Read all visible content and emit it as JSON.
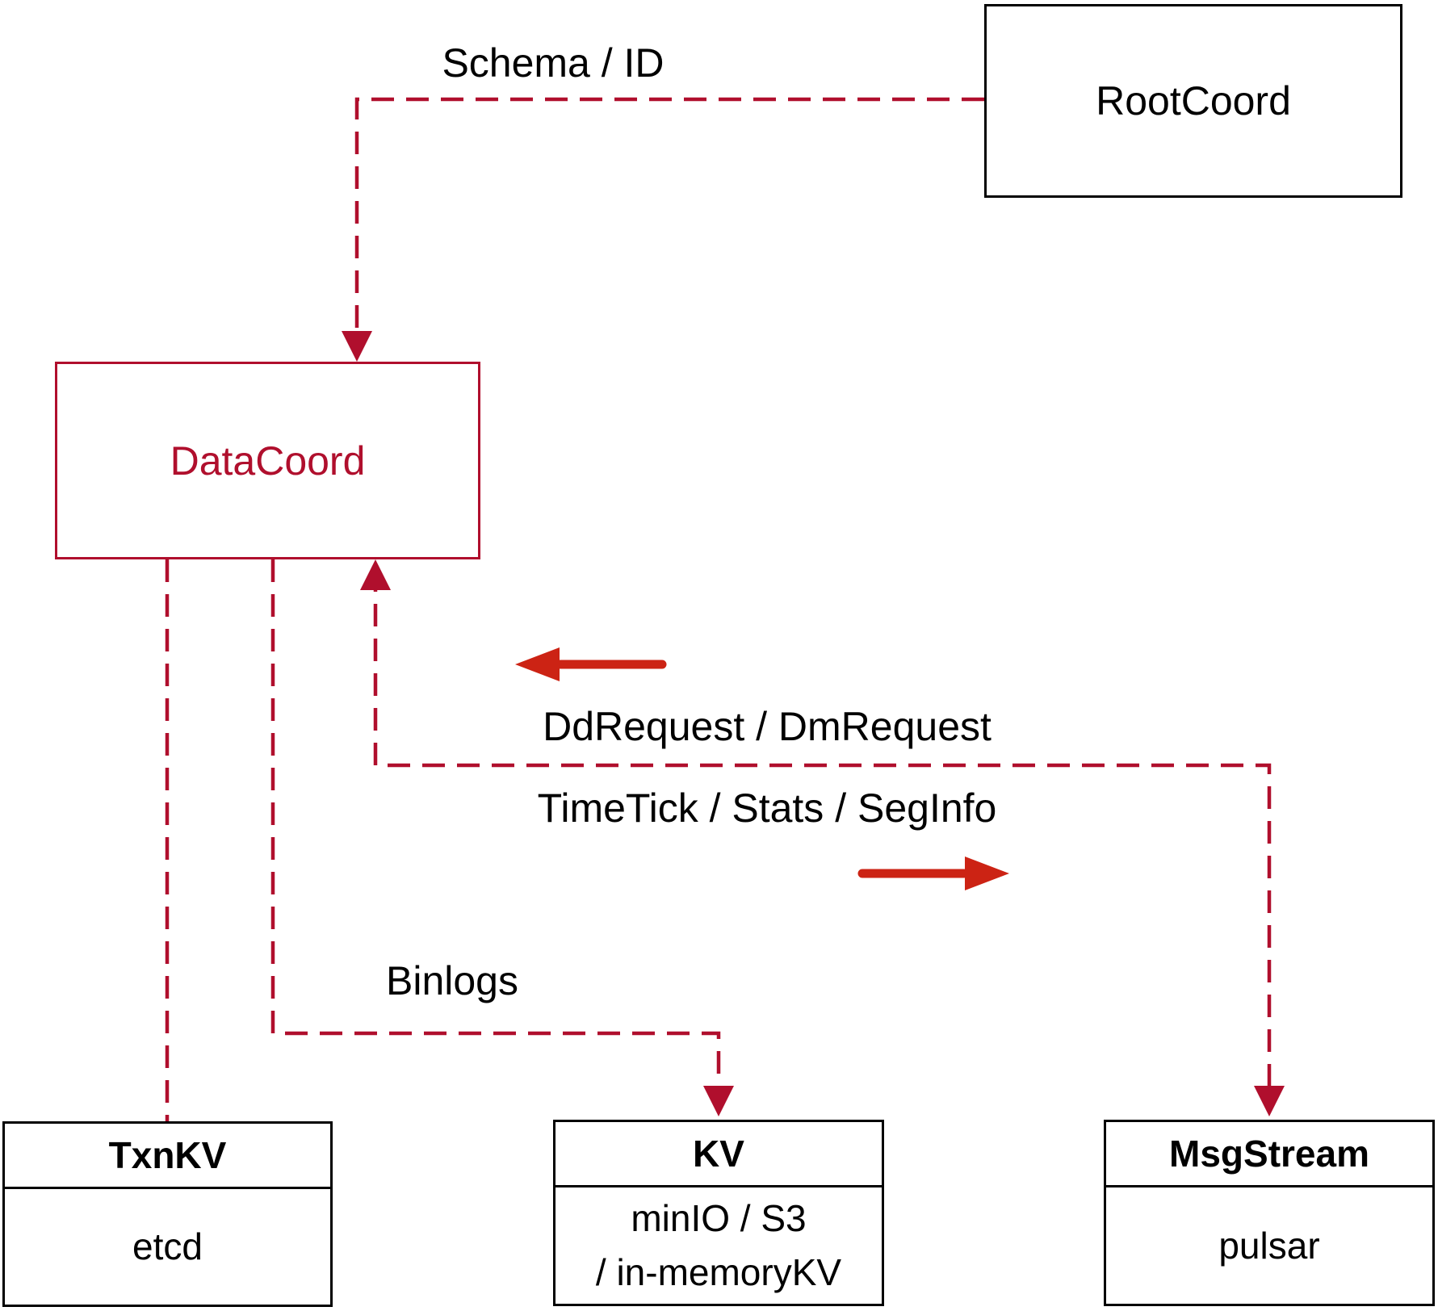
{
  "diagram": {
    "nodes": {
      "rootcoord": {
        "label": "RootCoord"
      },
      "datacoord": {
        "label": "DataCoord"
      },
      "txnkv": {
        "title": "TxnKV",
        "body": "etcd"
      },
      "kv": {
        "title": "KV",
        "body_line1": "minIO / S3",
        "body_line2": "/ in-memoryKV"
      },
      "msgstream": {
        "title": "MsgStream",
        "body": "pulsar"
      }
    },
    "edge_labels": {
      "schema_id": "Schema / ID",
      "dd_request": "DdRequest / DmRequest",
      "timetick": "TimeTick / Stats / SegInfo",
      "binlogs": "Binlogs"
    },
    "colors": {
      "dashed_line": "#b00f2d",
      "solid_arrow": "#cc2314",
      "box_border": "#000000",
      "text": "#000000"
    }
  }
}
